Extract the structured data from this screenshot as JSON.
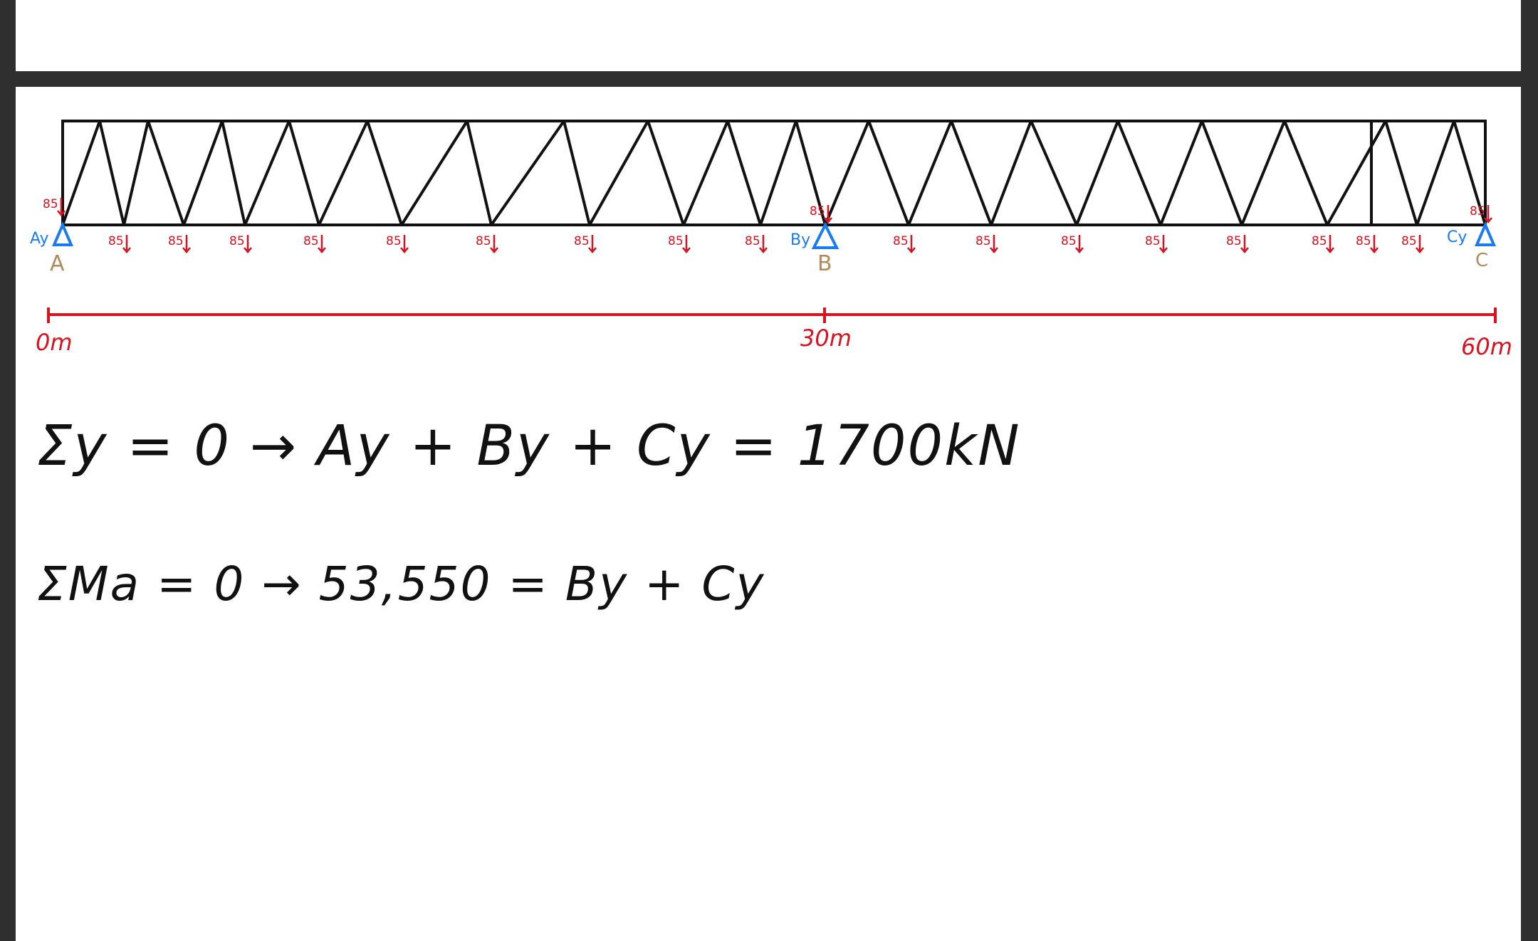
{
  "colors": {
    "truss": "#111111",
    "load": "#d9121f",
    "support": "#1a7bf0",
    "support_label": "#b08a5a",
    "axis": "#d9121f"
  },
  "supports": [
    {
      "label": "A",
      "reaction": "Ay"
    },
    {
      "label": "B",
      "reaction": "By"
    },
    {
      "label": "C",
      "reaction": "Cy"
    }
  ],
  "load_label": "85",
  "axis_ticks": [
    "0m",
    "30m",
    "60m"
  ],
  "equations": {
    "sum_forces": "Σy = 0 → Ay + By + Cy = 1700kN",
    "sum_moments": "ΣMa = 0 → 53,550 = By + Cy"
  }
}
